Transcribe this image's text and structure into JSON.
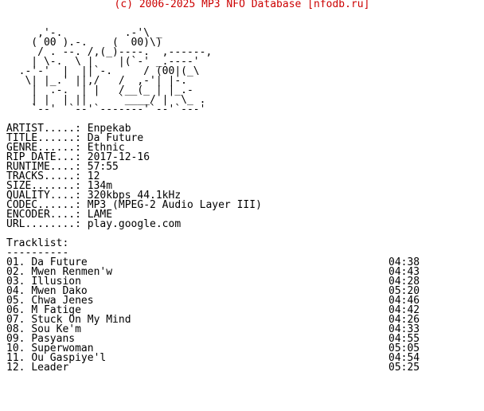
{
  "header": "(c) 2006-2025 MP3 NFO Database [nfodb.ru]",
  "colors": {
    "header": "#cc0000",
    "text": "#000000",
    "background": "#ffffff"
  },
  "logo_art": "     ,'-.          .-'\\ _\n    ( 00 ).-.    (  00)\\)\n     / . --. /,(_)----.  ,------,\n    | \\-.  \\ |    |(`-' _.----'\n  .-'-'  |  ||`-.     / (00|(_\\\n   \\| |_.' ||,/   /  ,-'| |-.\n    |  .-.  | |   /__(_ | |_.-\n    | |  | ||     `____/ |  \\_ .\n    `--'  `--'`-------'`--'`---'",
  "info": [
    {
      "key": "ARTIST.....:",
      "value": "Enpekab"
    },
    {
      "key": "TITLE......:",
      "value": "Da Future"
    },
    {
      "key": "GENRE......:",
      "value": "Ethnic"
    },
    {
      "key": "RIP DATE...:",
      "value": "2017-12-16"
    },
    {
      "key": "RUNTIME....:",
      "value": "57:55"
    },
    {
      "key": "TRACKS.....:",
      "value": "12"
    },
    {
      "key": "SIZE.......:",
      "value": "134m"
    },
    {
      "key": "QUALITY....:",
      "value": "320kbps 44.1kHz"
    },
    {
      "key": "CODEC......:",
      "value": "MP3 (MPEG-2 Audio Layer III)"
    },
    {
      "key": "ENCODER....:",
      "value": "LAME"
    },
    {
      "key": "URL........:",
      "value": "play.google.com"
    }
  ],
  "tracklist_title": "Tracklist:",
  "tracklist_rule": "----------",
  "tracks": [
    {
      "num": "01.",
      "title": "Da Future",
      "duration": "04:38"
    },
    {
      "num": "02.",
      "title": "Mwen Renmen'w",
      "duration": "04:43"
    },
    {
      "num": "03.",
      "title": "Illusion",
      "duration": "04:28"
    },
    {
      "num": "04.",
      "title": "Mwen Dako",
      "duration": "05:20"
    },
    {
      "num": "05.",
      "title": "Chwa Jenes",
      "duration": "04:46"
    },
    {
      "num": "06.",
      "title": "M Fatige",
      "duration": "04:42"
    },
    {
      "num": "07.",
      "title": "Stuck On My Mind",
      "duration": "04:26"
    },
    {
      "num": "08.",
      "title": "Sou Ke'm",
      "duration": "04:33"
    },
    {
      "num": "09.",
      "title": "Pasyans",
      "duration": "04:55"
    },
    {
      "num": "10.",
      "title": "Superwoman",
      "duration": "05:05"
    },
    {
      "num": "11.",
      "title": "Ou Gaspiye'l",
      "duration": "04:54"
    },
    {
      "num": "12.",
      "title": "Leader",
      "duration": "05:25"
    }
  ]
}
